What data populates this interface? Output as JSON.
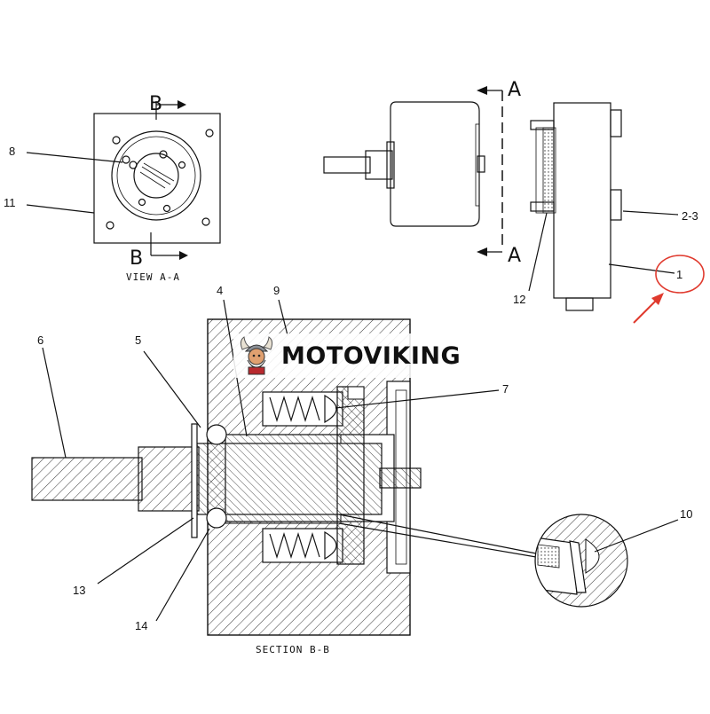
{
  "labels": {
    "part_1": "1",
    "part_2_3": "2-3",
    "part_4": "4",
    "part_5": "5",
    "part_6": "6",
    "part_7": "7",
    "part_8": "8",
    "part_9": "9",
    "part_10": "10",
    "part_11": "11",
    "part_12": "12",
    "part_13": "13",
    "part_14": "14"
  },
  "section_marks": {
    "a_top": "A",
    "a_bottom": "A",
    "b_top": "B",
    "b_bottom": "B"
  },
  "captions": {
    "view_a_a": "VIEW A-A",
    "section_b_b": "SECTION B-B"
  },
  "watermark": {
    "text": "MOTOVIKING"
  },
  "colors": {
    "line": "#111111",
    "highlight": "#e03a2e"
  }
}
